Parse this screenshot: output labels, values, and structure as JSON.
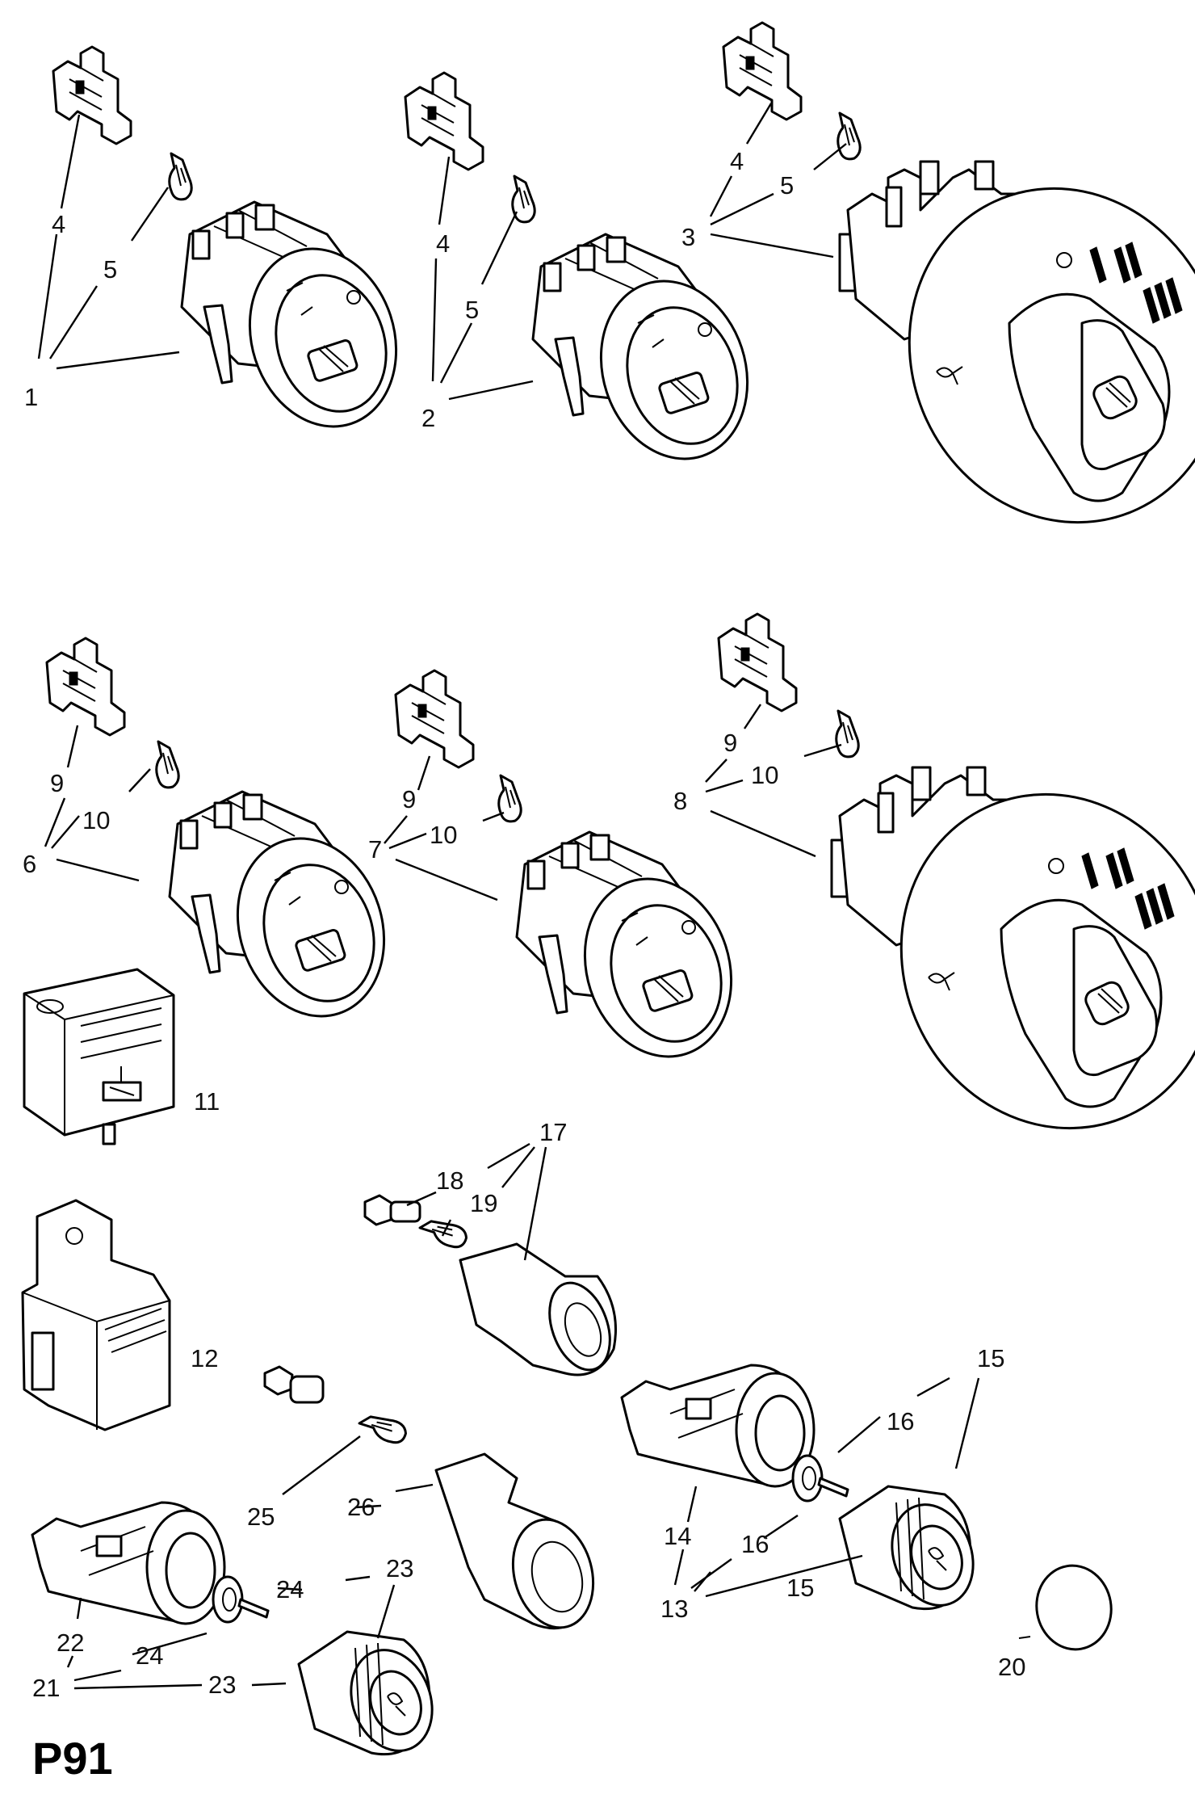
{
  "page_code": "P91",
  "callouts": [
    "1",
    "2",
    "3",
    "4",
    "5",
    "6",
    "7",
    "8",
    "9",
    "10",
    "11",
    "12",
    "13",
    "14",
    "15",
    "16",
    "17",
    "18",
    "19",
    "20",
    "21",
    "22",
    "23",
    "24",
    "25",
    "26"
  ],
  "colors": {
    "ink": "#000000",
    "paper": "#ffffff"
  }
}
